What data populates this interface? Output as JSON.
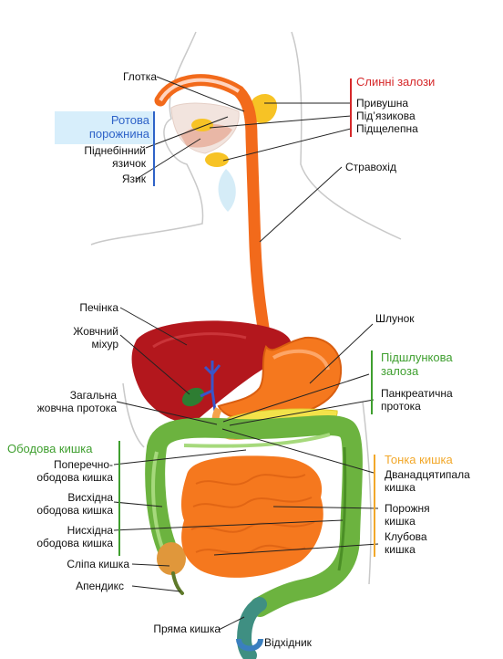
{
  "labels": {
    "throat": "Глотка",
    "oral_cavity": [
      "Ротова",
      "порожнина"
    ],
    "uvula": [
      "Піднебінний",
      "язичок"
    ],
    "tongue": "Язик",
    "salivary_glands": "Слинні залози",
    "parotid": "Привушна",
    "sublingual": "Під’язикова",
    "submandibular": "Підщелепна",
    "esophagus": "Стравохід",
    "liver": "Печінка",
    "gallbladder": [
      "Жовчний",
      "міхур"
    ],
    "common_bile_duct": [
      "Загальна",
      "жовчна протока"
    ],
    "stomach": "Шлунок",
    "pancreas": [
      "Підшлункова",
      "залоза"
    ],
    "pancreatic_duct": [
      "Панкреатична",
      "протока"
    ],
    "colon": "Ободова кишка",
    "transverse_colon": [
      "Поперечно-",
      "ободова кишка"
    ],
    "ascending_colon": [
      "Висхідна",
      "ободова кишка"
    ],
    "descending_colon": [
      "Нисхідна",
      "ободова кишка"
    ],
    "cecum": "Сліпа кишка",
    "appendix": "Апендикс",
    "small_intestine": "Тонка кишка",
    "duodenum": [
      "Дванадцятипала",
      "кишка"
    ],
    "jejunum": [
      "Порожня",
      "кишка"
    ],
    "ileum": [
      "Клубова",
      "кишка"
    ],
    "rectum": "Пряма кишка",
    "anus": "Відхідник"
  },
  "colors": {
    "esophagus": "#f26a1b",
    "liver": "#b3171d",
    "gallbladder": "#2e7d32",
    "pancreas": "#f2e24a",
    "colon": "#6cb33f",
    "small_intestine": "#f5781e",
    "salivary": "#f7c325",
    "rectum": "#3f8f82",
    "duct": "#3a55c8"
  }
}
